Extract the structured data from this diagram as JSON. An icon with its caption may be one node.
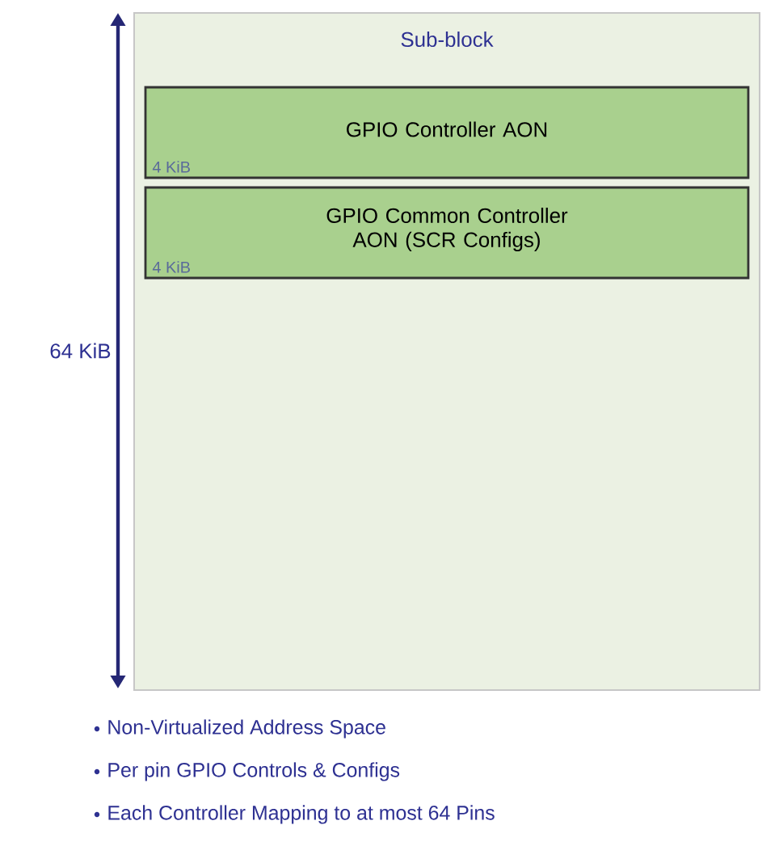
{
  "diagram": {
    "nodes": [
      {
        "text": [
          "Sub-block"
        ]
      },
      {
        "text": [
          "GPIO Controller AON",
          "4 KiB"
        ],
        "in": 0
      },
      {
        "text": [
          "GPIO Common Controller AON (SCR Configs)",
          "4 KiB"
        ],
        "in": 0
      }
    ],
    "labels": [
      "64 KiB",
      "Non-Virtualized Address Space",
      "Per pin GPIO Controls & Configs",
      "Each Controller Mapping to at most 64 Pins"
    ]
  }
}
